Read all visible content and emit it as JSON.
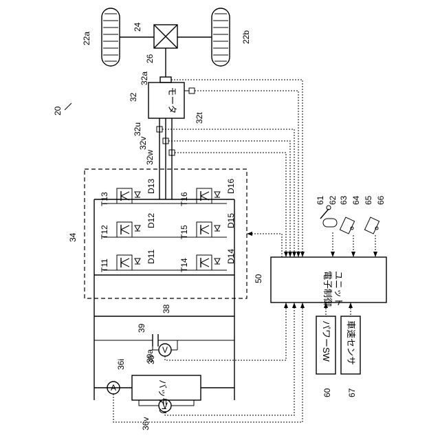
{
  "labels": {
    "fig": "20",
    "wheel_a": "22a",
    "wheel_b": "22b",
    "diff": "24",
    "shaft": "26",
    "motor": "32",
    "motor_shaft": "32a",
    "sensor_t": "32t",
    "sensor_u": "32u",
    "sensor_v": "32v",
    "sensor_w": "32w",
    "inverter": "34",
    "battery": "36",
    "current_sensor": "36i",
    "voltage_sensor_bat": "36v",
    "line": "38",
    "capacitor": "39",
    "voltage_sensor_cap": "39a",
    "ecu": "50",
    "power_sw": "60",
    "s61": "61",
    "s62": "62",
    "s63": "63",
    "s64": "64",
    "s65": "65",
    "s66": "66",
    "speed_sensor": "67",
    "t11": "T11",
    "t12": "T12",
    "t13": "T13",
    "t14": "T14",
    "t15": "T15",
    "t16": "T16",
    "d11": "D11",
    "d12": "D12",
    "d13": "D13",
    "d14": "D14",
    "d15": "D15",
    "d16": "D16"
  },
  "text": {
    "motor": "モータ",
    "ecu_line1": "電子制御",
    "ecu_line2": "ユニット",
    "battery": "バッテリ",
    "power_sw": "パワーSW",
    "speed_sensor": "車速センサ",
    "ammeter": "A",
    "voltmeter": "V"
  }
}
